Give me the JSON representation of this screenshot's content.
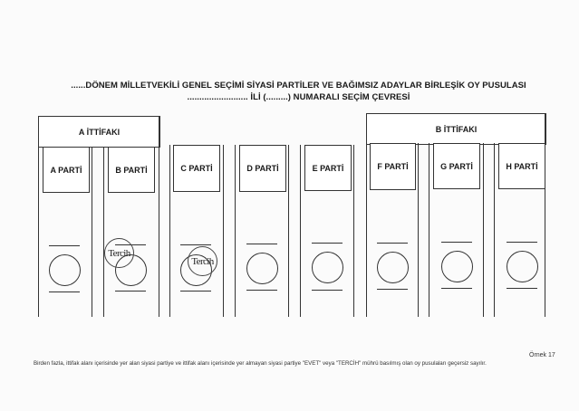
{
  "header": {
    "title_line1": "......DÖNEM MİLLETVEKİLİ GENEL SEÇİMİ SİYASİ PARTİLER VE BAĞIMSIZ ADAYLAR BİRLEŞİK OY PUSULASI",
    "title_line2": "......................... İLİ (.........) NUMARALI SEÇİM ÇEVRESİ"
  },
  "alliances": [
    {
      "label": "A İTTİFAKI",
      "parties": [
        "A PARTİ",
        "B PARTİ"
      ]
    },
    {
      "label": "B İTTİFAKI",
      "parties": [
        "F PARTİ",
        "G PARTİ",
        "H PARTİ"
      ]
    }
  ],
  "parties": [
    {
      "label": "A PARTİ",
      "alliance": "A İTTİFAKI",
      "stamped": false
    },
    {
      "label": "B PARTİ",
      "alliance": "A İTTİFAKI",
      "stamped": true
    },
    {
      "label": "C PARTİ",
      "alliance": null,
      "stamped": true
    },
    {
      "label": "D PARTİ",
      "alliance": null,
      "stamped": false
    },
    {
      "label": "E PARTİ",
      "alliance": null,
      "stamped": false
    },
    {
      "label": "F PARTİ",
      "alliance": "B İTTİFAKI",
      "stamped": false
    },
    {
      "label": "G PARTİ",
      "alliance": "B İTTİFAKI",
      "stamped": false
    },
    {
      "label": "H PARTİ",
      "alliance": "B İTTİFAKI",
      "stamped": false
    }
  ],
  "stamps": [
    {
      "text": "Tercih",
      "party": "B PARTİ"
    },
    {
      "text": "Tercih",
      "party": "C PARTİ"
    }
  ],
  "footer": {
    "sample_label": "Örnek 17",
    "note": "Birden fazla, ittifak alanı içerisinde yer alan siyasi partiye ve ittifak alanı içerisinde yer almayan siyasi partiye \"EVET\" veya \"TERCİH\" mührü basılmış olan oy pusulaları geçersiz sayılır."
  }
}
